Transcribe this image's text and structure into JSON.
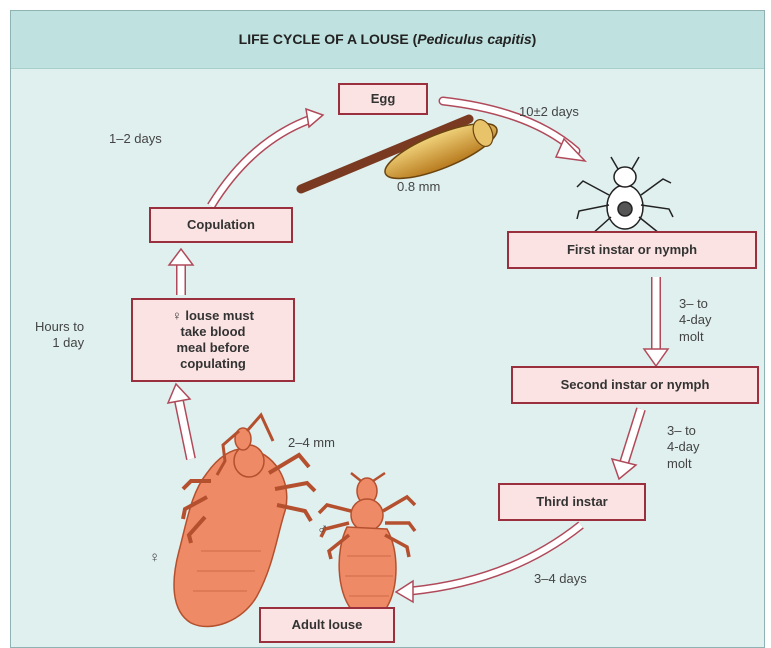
{
  "title": {
    "main": "LIFE CYCLE OF A LOUSE (",
    "species": "Pediculus capitis",
    "close": ")"
  },
  "stages": {
    "egg": "Egg",
    "first_instar": "First instar or nymph",
    "second_instar": "Second instar or nymph",
    "third_instar": "Third instar",
    "adult": "Adult louse",
    "blood_meal": [
      "♀ louse must",
      "take blood",
      "meal before",
      "copulating"
    ],
    "copulation": "Copulation"
  },
  "durations": {
    "egg_to_first": "10±2 days",
    "first_to_second": [
      "3– to",
      "4-day",
      "molt"
    ],
    "second_to_third": [
      "3– to",
      "4-day",
      "molt"
    ],
    "third_to_adult": "3–4 days",
    "adult_to_blood": [
      "Hours to",
      "1 day"
    ],
    "copulation_to_egg": "1–2 days"
  },
  "measurements": {
    "egg_size": "0.8 mm",
    "adult_size": "2–4 mm"
  },
  "sex_symbols": {
    "female": "♀",
    "male": "♂"
  },
  "colors": {
    "box_fill": "#fbe3e3",
    "box_border": "#9a2f3d",
    "louse": "#ee8a66",
    "arrow_fill": "#ffffff",
    "arrow_stroke": "#b04a5a",
    "background": "#dff0ef",
    "header": "#bfe1df"
  }
}
